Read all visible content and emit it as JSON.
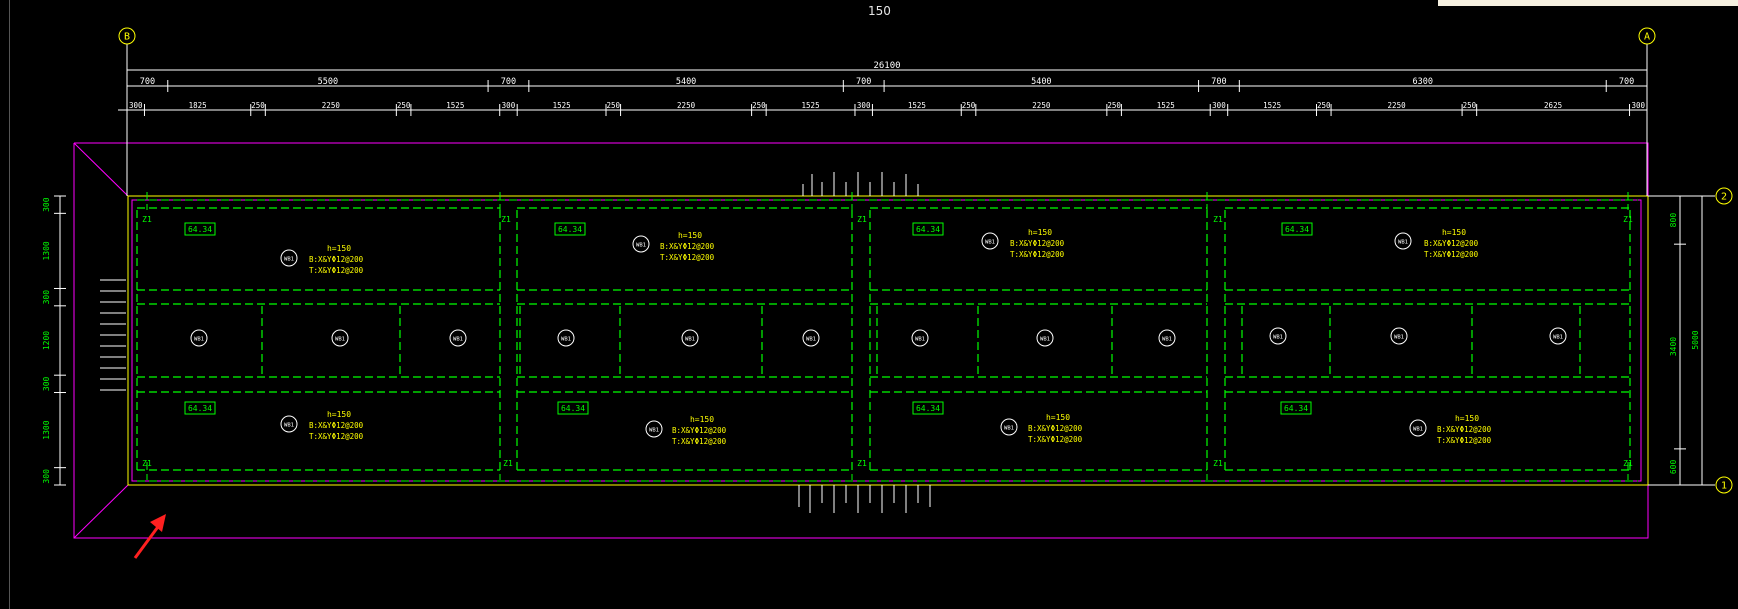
{
  "top_label": "150",
  "axes": {
    "left": "B",
    "right": "A",
    "top_row": "2",
    "bottom_row": "1"
  },
  "overall_dim": "26100",
  "top_dims": [
    "700",
    "5500",
    "700",
    "5400",
    "700",
    "5400",
    "700",
    "6300",
    "700"
  ],
  "sub_dims": [
    "300",
    "1825",
    "250",
    "2250",
    "250",
    "1525",
    "300",
    "1525",
    "250",
    "2250",
    "250",
    "1525",
    "300",
    "1525",
    "250",
    "2250",
    "250",
    "1525",
    "300",
    "1525",
    "250",
    "2250",
    "250",
    "2625",
    "300"
  ],
  "left_dims": [
    "300",
    "1300",
    "300",
    "1200",
    "300",
    "1300",
    "300"
  ],
  "right_dims_small": [
    "800",
    "3400",
    "600"
  ],
  "right_dim_total": "5000",
  "column_label": "Z1",
  "elev_label": "64.34",
  "slab": {
    "h": "h=150",
    "b": "B:X&YΦ12@200",
    "t": "T:X&YΦ12@200"
  },
  "wb_label": "WB1",
  "colors": {
    "green": "#00ff00",
    "magenta": "#ff00ff",
    "yellow": "#ffff00",
    "white": "#ffffff",
    "red": "#ff2020"
  }
}
